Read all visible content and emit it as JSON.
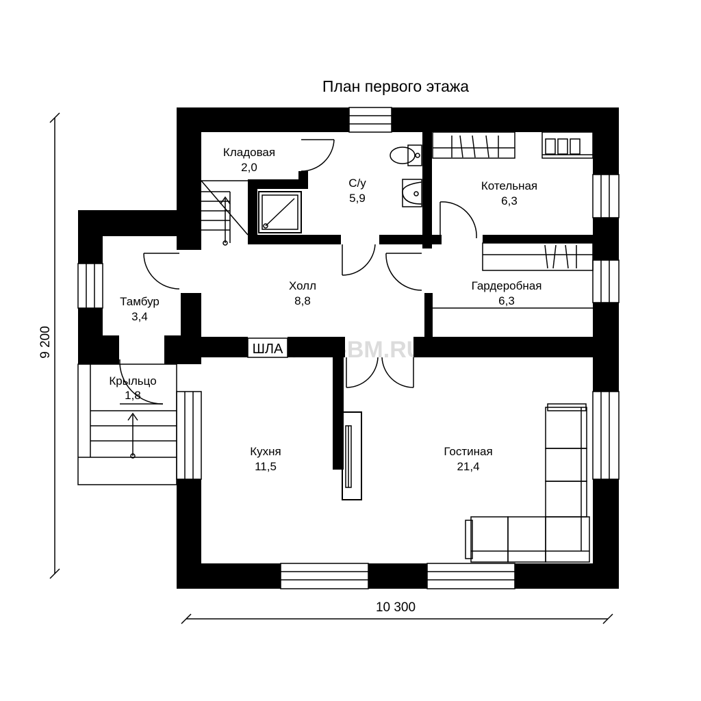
{
  "plan": {
    "title": "План первого этажа",
    "watermark": "DOMA-BM.RU",
    "dimension_width": "10 300",
    "dimension_height": "9 200",
    "labels": {
      "shla": "ШЛА"
    },
    "rooms": [
      {
        "name": "Кладовая",
        "area": "2,0"
      },
      {
        "name": "С/у",
        "area": "5,9"
      },
      {
        "name": "Котельная",
        "area": "6,3"
      },
      {
        "name": "Тамбур",
        "area": "3,4"
      },
      {
        "name": "Холл",
        "area": "8,8"
      },
      {
        "name": "Гардеробная",
        "area": "6,3"
      },
      {
        "name": "Крыльцо",
        "area": "1,8"
      },
      {
        "name": "Кухня",
        "area": "11,5"
      },
      {
        "name": "Гостиная",
        "area": "21,4"
      }
    ]
  }
}
